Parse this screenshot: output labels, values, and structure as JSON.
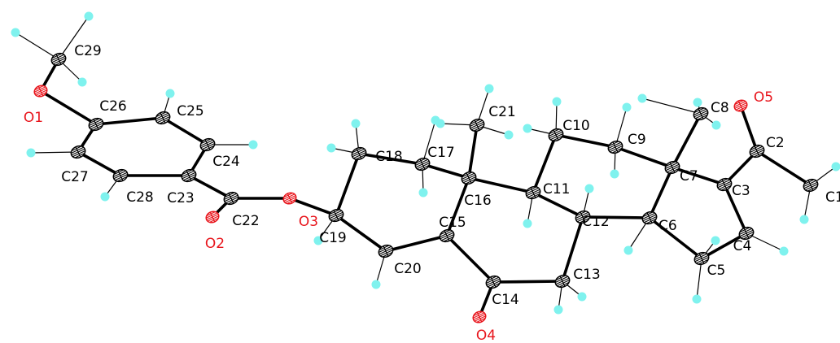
{
  "colors": {
    "carbon_label": "#000000",
    "oxygen_label": "#e8141b",
    "hydrogen": "#7ff2ee",
    "bond": "#000000",
    "atom_fill": "#ffffff"
  },
  "atoms": [
    {
      "id": "C1",
      "label": "C1",
      "element": "C"
    },
    {
      "id": "C2",
      "label": "C2",
      "element": "C"
    },
    {
      "id": "C3",
      "label": "C3",
      "element": "C"
    },
    {
      "id": "C4",
      "label": "C4",
      "element": "C"
    },
    {
      "id": "C5",
      "label": "C5",
      "element": "C"
    },
    {
      "id": "C6",
      "label": "C6",
      "element": "C"
    },
    {
      "id": "C7",
      "label": "C7",
      "element": "C"
    },
    {
      "id": "C8",
      "label": "C8",
      "element": "C"
    },
    {
      "id": "C9",
      "label": "C9",
      "element": "C"
    },
    {
      "id": "C10",
      "label": "C10",
      "element": "C"
    },
    {
      "id": "C11",
      "label": "C11",
      "element": "C"
    },
    {
      "id": "C12",
      "label": "C12",
      "element": "C"
    },
    {
      "id": "C13",
      "label": "C13",
      "element": "C"
    },
    {
      "id": "C14",
      "label": "C14",
      "element": "C"
    },
    {
      "id": "C15",
      "label": "C15",
      "element": "C"
    },
    {
      "id": "C16",
      "label": "C16",
      "element": "C"
    },
    {
      "id": "C17",
      "label": "C17",
      "element": "C"
    },
    {
      "id": "C18",
      "label": "C18",
      "element": "C"
    },
    {
      "id": "C19",
      "label": "C19",
      "element": "C"
    },
    {
      "id": "C20",
      "label": "C20",
      "element": "C"
    },
    {
      "id": "C21",
      "label": "C21",
      "element": "C"
    },
    {
      "id": "C22",
      "label": "C22",
      "element": "C"
    },
    {
      "id": "C23",
      "label": "C23",
      "element": "C"
    },
    {
      "id": "C24",
      "label": "C24",
      "element": "C"
    },
    {
      "id": "C25",
      "label": "C25",
      "element": "C"
    },
    {
      "id": "C26",
      "label": "C26",
      "element": "C"
    },
    {
      "id": "C27",
      "label": "C27",
      "element": "C"
    },
    {
      "id": "C28",
      "label": "C28",
      "element": "C"
    },
    {
      "id": "C29",
      "label": "C29",
      "element": "C"
    },
    {
      "id": "O1",
      "label": "O1",
      "element": "O"
    },
    {
      "id": "O2",
      "label": "O2",
      "element": "O"
    },
    {
      "id": "O3",
      "label": "O3",
      "element": "O"
    },
    {
      "id": "O4",
      "label": "O4",
      "element": "O"
    },
    {
      "id": "O5",
      "label": "O5",
      "element": "O"
    }
  ],
  "bonds": [
    [
      "C1",
      "C2"
    ],
    [
      "C2",
      "C3"
    ],
    [
      "C2",
      "O5"
    ],
    [
      "C3",
      "C4"
    ],
    [
      "C3",
      "C7"
    ],
    [
      "C4",
      "C5"
    ],
    [
      "C5",
      "C6"
    ],
    [
      "C6",
      "C7"
    ],
    [
      "C6",
      "C12"
    ],
    [
      "C7",
      "C8"
    ],
    [
      "C7",
      "C9"
    ],
    [
      "C9",
      "C10"
    ],
    [
      "C10",
      "C11"
    ],
    [
      "C11",
      "C12"
    ],
    [
      "C11",
      "C16"
    ],
    [
      "C12",
      "C13"
    ],
    [
      "C13",
      "C14"
    ],
    [
      "C14",
      "C15"
    ],
    [
      "C14",
      "O4"
    ],
    [
      "C15",
      "C16"
    ],
    [
      "C15",
      "C20"
    ],
    [
      "C16",
      "C17"
    ],
    [
      "C16",
      "C21"
    ],
    [
      "C17",
      "C18"
    ],
    [
      "C18",
      "C19"
    ],
    [
      "C19",
      "C20"
    ],
    [
      "C19",
      "O3"
    ],
    [
      "O3",
      "C22"
    ],
    [
      "C22",
      "O2"
    ],
    [
      "C22",
      "C23"
    ],
    [
      "C23",
      "C24"
    ],
    [
      "C23",
      "C28"
    ],
    [
      "C24",
      "C25"
    ],
    [
      "C25",
      "C26"
    ],
    [
      "C26",
      "C27"
    ],
    [
      "C27",
      "C28"
    ],
    [
      "C26",
      "O1"
    ],
    [
      "O1",
      "C29"
    ]
  ]
}
